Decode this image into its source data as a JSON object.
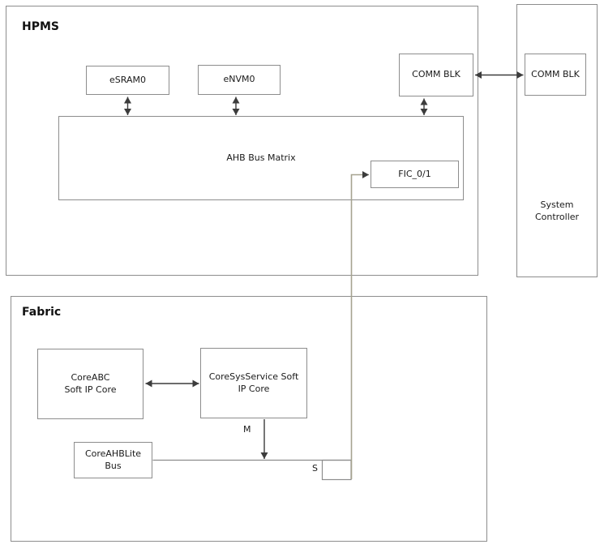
{
  "hpms": {
    "title": "HPMS",
    "esram0_label": "eSRAM0",
    "envm0_label": "eNVM0",
    "comm_blk_label": "COMM BLK",
    "ahb_bus_matrix_label": "AHB Bus Matrix",
    "fic_label": "FIC_0/1"
  },
  "system_controller": {
    "title": "System\nController",
    "comm_blk_label": "COMM BLK"
  },
  "fabric": {
    "title": "Fabric",
    "coreabc_label": "CoreABC\nSoft IP Core",
    "coresysservice_label": "CoreSysService Soft\nIP Core",
    "coreahblite_label": "CoreAHBLite\nBus",
    "master_port_label": "M",
    "slave_port_label": "S"
  },
  "colors": {
    "background": "#ffffff",
    "box_border": "#8d8d8d",
    "arrow": "#3c3c3c",
    "fic_connector": "#a6a390",
    "text": "#1a1a1a"
  }
}
